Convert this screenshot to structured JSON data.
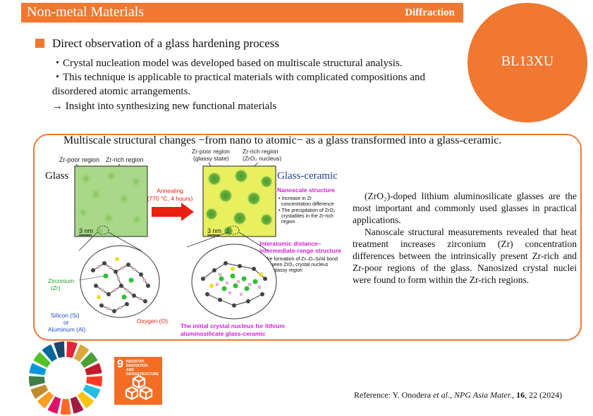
{
  "header": {
    "title": "Non-metal Materials",
    "tag": "Diffraction"
  },
  "beamline": "BL13XU",
  "section": {
    "title": "Direct observation of a glass hardening process",
    "points": [
      "・Crystal nucleation model was developed based on multiscale structural analysis.",
      "・This technique is applicable to practical materials with complicated compositions and",
      "disordered atomic arrangements.",
      "→ Insight into synthesizing new functional materials"
    ]
  },
  "figure": {
    "title": "Multiscale structural changes −from nano to atomic− as a glass transformed into a glass-ceramic.",
    "glass_label": "Glass",
    "glass_ceramic_label": "Glass-ceramic",
    "zr_poor": "Zr-poor region",
    "zr_rich": "Zr-rich region",
    "zr_poor_2": "Zr-poor region",
    "glassy_state": "(glassy state)",
    "zr_rich_2": "Zr-rich region",
    "nucleus": "(ZrO₂ nucleus)",
    "scale": "3 nm",
    "scale_2": "3 nm",
    "annealing": "Annealing",
    "annealing_cond": "(770 °C, 4 hours)",
    "nano_title": "Nanoscale structure",
    "nano_1a": "• Increase in Zr",
    "nano_1b": "concentration difference",
    "nano_2a": "• The precipitation of ZrO₂",
    "nano_2b": "crystallites in the Zr-rich",
    "nano_2c": "region",
    "inter_title_1": "Interatomic distance–",
    "inter_title_2": "intermediate-range structure",
    "inter_1a": "• The formation of Zr–O–Si/Al bond",
    "inter_1b": "between ZrO₂ crystal nucleus",
    "inter_1c": "and glassy region",
    "zirconium": "Zirconium",
    "zr": "(Zr)",
    "silicon": "Silicon (Si)",
    "or": "or",
    "aluminum": "Aluminum (Al)",
    "oxygen": "Oxygen (O)",
    "nucleus_caption_1": "The initial crystal nucleus for lithium",
    "nucleus_caption_2": "aluminosilicate glass-ceramic"
  },
  "body": {
    "para1": "(ZrO₂)-doped lithium aluminosilicate glasses are the most important and commonly used glasses in practical applications.",
    "para2": "Nanoscale structural measurements revealed that heat treatment increases zirconium (Zr) concentration differences between the intrinsically present Zr-rich and Zr-poor regions of the glass. Nanosized crystal nuclei were found to form within the Zr-rich regions."
  },
  "sdg": {
    "number": "9",
    "line1": "INDUSTRY, INNOVATION",
    "line2": "AND INFRASTRUCTURE"
  },
  "reference": {
    "prefix": "Reference: Y. Onodera ",
    "etal": "et al.",
    "journal": "NPG Asia Mater.",
    "volume": "16",
    "suffix": ", 22 (2024)"
  },
  "colors": {
    "accent": "#f07830",
    "glass_green": "#88c860",
    "ceramic_yellow": "#e8f060",
    "magenta": "#d020d0",
    "arrow_red": "#e82010",
    "sdg9": "#f36d25"
  }
}
